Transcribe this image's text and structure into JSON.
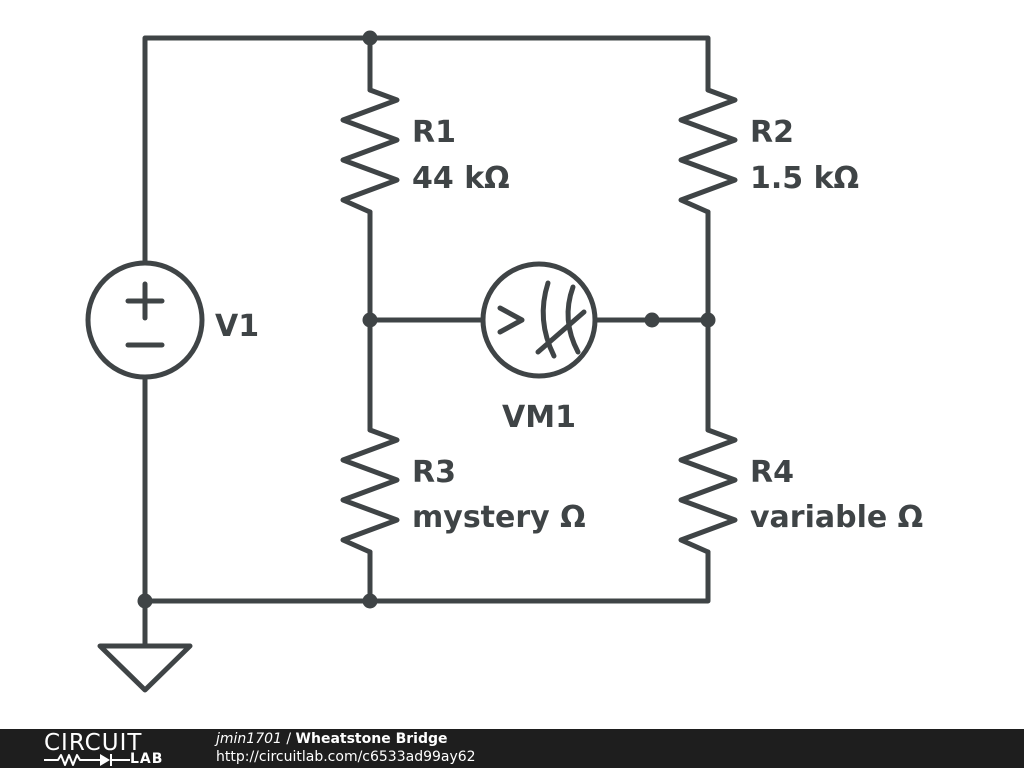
{
  "schematic": {
    "components": [
      {
        "id": "V1",
        "kind": "voltage-source",
        "label": "V1",
        "plus": "+",
        "minus": "−"
      },
      {
        "id": "R1",
        "kind": "resistor",
        "label": "R1",
        "value": "44 kΩ"
      },
      {
        "id": "R2",
        "kind": "resistor",
        "label": "R2",
        "value": "1.5 kΩ"
      },
      {
        "id": "R3",
        "kind": "resistor",
        "label": "R3",
        "value": "mystery Ω"
      },
      {
        "id": "R4",
        "kind": "resistor",
        "label": "R4",
        "value": "variable Ω"
      },
      {
        "id": "VM1",
        "kind": "voltmeter",
        "label": "VM1",
        "symbol": ">"
      }
    ],
    "ground": "ground-symbol"
  },
  "colors": {
    "wire": "#3f4446",
    "background": "#ffffff",
    "footer": "#1e1e1e",
    "footer_text": "#ffffff"
  },
  "footer": {
    "logo_top": "CIRCUIT",
    "logo_bottom": "LAB",
    "author": "jmin1701",
    "separator": " / ",
    "title": "Wheatstone Bridge",
    "url": "http://circuitlab.com/c6533ad99ay62"
  }
}
